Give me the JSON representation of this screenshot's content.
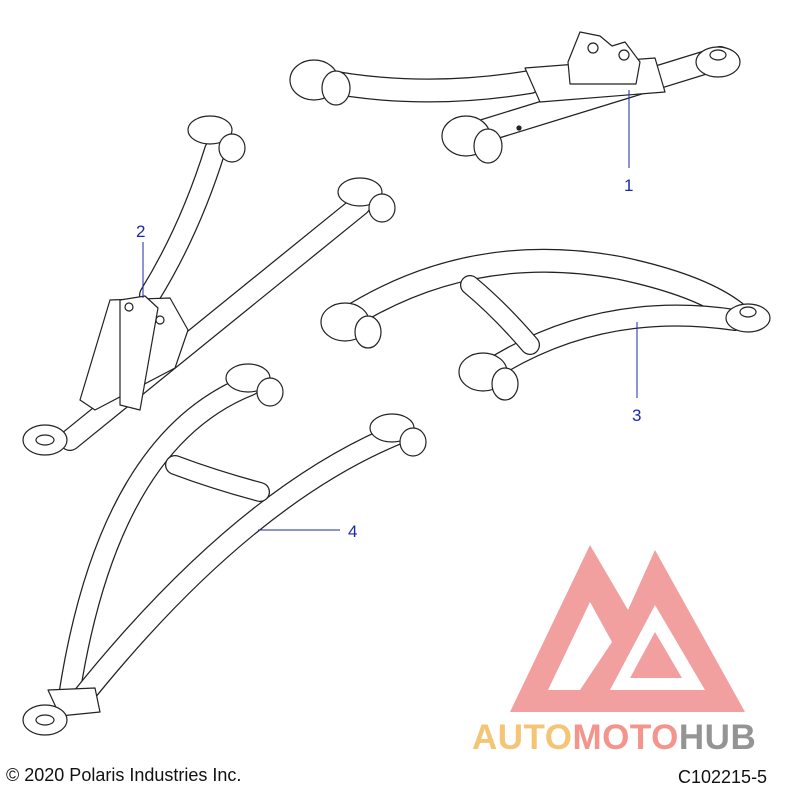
{
  "callouts": [
    {
      "label": "1"
    },
    {
      "label": "2"
    },
    {
      "label": "3"
    },
    {
      "label": "4"
    }
  ],
  "footer": {
    "copyright": "© 2020 Polaris Industries Inc.",
    "diagram_code": "C102215-5"
  },
  "watermark": {
    "parts": [
      "AUTO",
      "MOTO",
      "HUB"
    ],
    "colors": {
      "auto": "#f3c16a",
      "moto": "#f28d84",
      "hub": "#8b8b8b",
      "logo": "#ef8f8f"
    }
  },
  "colors": {
    "callout": "#1a2aa8",
    "line": "#222222",
    "fill": "#ffffff"
  }
}
